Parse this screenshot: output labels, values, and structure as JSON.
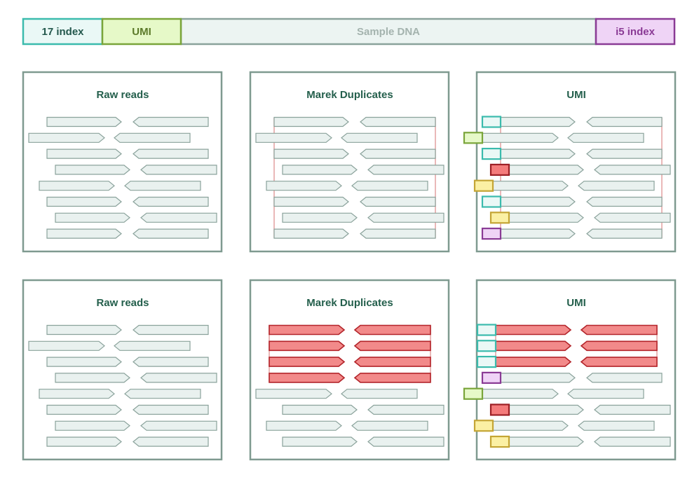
{
  "colors": {
    "background": "#ffffff",
    "panel_border": "#7f9a90",
    "title_text": "#245f4c",
    "read_fill": "#e9f1ef",
    "read_stroke": "#8aa29b",
    "duplicate_fill": "#f28a8a",
    "duplicate_stroke": "#b3242a",
    "guide_line": "#e3a1a1",
    "teal": {
      "fill": "#eaf8f6",
      "stroke": "#3bbbad",
      "text": "#24584d"
    },
    "green": {
      "fill": "#e6f9c8",
      "stroke": "#7aa53a",
      "text": "#5c7a2a"
    },
    "red": {
      "fill": "#f47b7b",
      "stroke": "#9c1f25"
    },
    "yellow": {
      "fill": "#fbf0a4",
      "stroke": "#c4a535"
    },
    "purple": {
      "fill": "#efd4f6",
      "stroke": "#8a3b95",
      "text": "#8a3b95"
    },
    "sample_fill": "#ecf4f2",
    "sample_text": "#a4b3ae"
  },
  "header_bar": {
    "segments": [
      {
        "id": "i7",
        "label": "17 index",
        "color": "teal"
      },
      {
        "id": "umi",
        "label": "UMI",
        "color": "green"
      },
      {
        "id": "sample",
        "label": "Sample DNA",
        "color": "sample"
      },
      {
        "id": "i5",
        "label": "i5 index",
        "color": "purple"
      }
    ]
  },
  "panels": [
    {
      "id": "raw-top",
      "title": "Raw reads",
      "type": "raw",
      "row": 0,
      "col": 0
    },
    {
      "id": "marek-top",
      "title": "Marek Duplicates",
      "type": "raw",
      "row": 0,
      "col": 1,
      "guides": true
    },
    {
      "id": "umi-top",
      "title": "UMI",
      "type": "umi",
      "row": 0,
      "col": 2,
      "guides": true,
      "tags": [
        "teal",
        "green",
        "teal",
        "red",
        "yellow",
        "teal",
        "yellow",
        "purple"
      ]
    },
    {
      "id": "raw-bottom",
      "title": "Raw reads",
      "type": "raw",
      "row": 1,
      "col": 0
    },
    {
      "id": "marek-bottom",
      "title": "Marek Duplicates",
      "type": "marek",
      "row": 1,
      "col": 1,
      "guides": true,
      "duplicate_rows": 4
    },
    {
      "id": "umi-bottom",
      "title": "UMI",
      "type": "umi-collapsed",
      "row": 1,
      "col": 2,
      "guides": true,
      "duplicate_rows": 3,
      "tags": [
        "teal",
        "teal",
        "teal",
        "purple",
        "green",
        "red",
        "yellow",
        "yellow"
      ]
    }
  ]
}
